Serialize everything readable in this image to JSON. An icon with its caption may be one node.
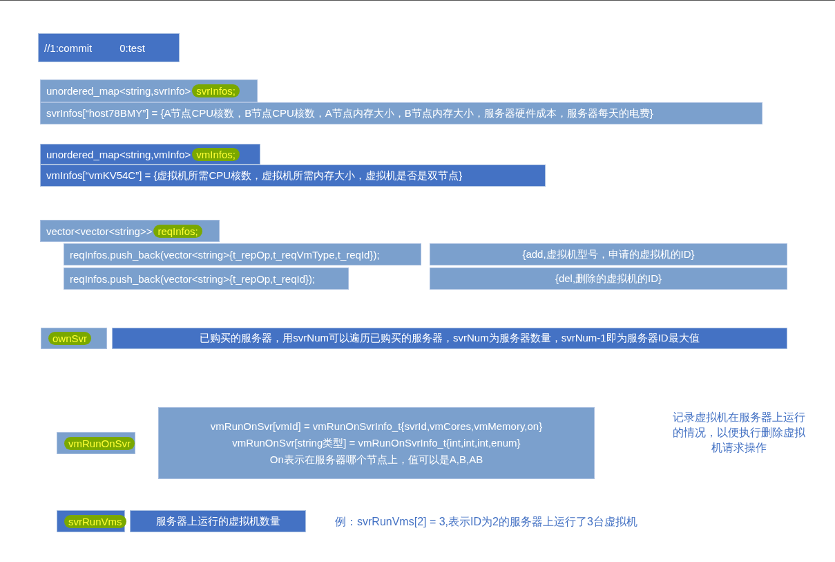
{
  "diagram": {
    "nodes": [
      {
        "text": [
          "//1:commit",
          "0:test"
        ]
      },
      {
        "text": [
          "unordered_map<string,svrInfo>"
        ]
      },
      {
        "text": [
          "svrInfos;"
        ],
        "in": 1
      },
      {
        "text": [
          "svrInfos[“host78BMY”] = {A节点CPU核数，B节点CPU核数，A节点内存大小，B节点内存大小，服务器硬件成本，服务器每天的电费}"
        ]
      },
      {
        "text": [
          "unordered_map<string,vmInfo>"
        ]
      },
      {
        "text": [
          "vmInfos;"
        ],
        "in": 4
      },
      {
        "text": [
          "vmInfos[“vmKV54C”] = {虚拟机所需CPU核数，虚拟机所需内存大小，虚拟机是否是双节点}"
        ]
      },
      {
        "text": [
          "vector<vector<string>>"
        ]
      },
      {
        "text": [
          "reqInfos;"
        ],
        "in": 7
      },
      {
        "text": [
          "reqInfos.push_back(vector<string>{t_repOp,t_reqVmType,t_reqId});"
        ]
      },
      {
        "text": [
          "{add,虚拟机型号，申请的虚拟机的ID}"
        ]
      },
      {
        "text": [
          "reqInfos.push_back(vector<string>{t_repOp,t_reqId});"
        ]
      },
      {
        "text": [
          "{del,删除的虚拟机的ID}"
        ]
      },
      {
        "text": [],
        "shape": "box"
      },
      {
        "text": [
          "ownSvr"
        ],
        "in": 13
      },
      {
        "text": [
          "已购买的服务器，用svrNum可以遍历已购买的服务器，svrNum为服务器数量，svrNum-1即为服务器ID最大值"
        ]
      },
      {
        "text": [],
        "shape": "box"
      },
      {
        "text": [
          "vmRunOnSvr"
        ],
        "in": 16
      },
      {
        "text": [
          "vmRunOnSvr[vmId] = vmRunOnSvrInfo_t{svrId,vmCores,vmMemory,on}",
          "vmRunOnSvr[string类型] = vmRunOnSvrInfo_t{int,int,int,enum}",
          "On表示在服务器哪个节点上，值可以是A,B,AB"
        ]
      },
      {
        "text": [],
        "shape": "box"
      },
      {
        "text": [
          "svrRunVms"
        ],
        "in": 19
      },
      {
        "text": [
          "服务器上运行的虚拟机数量"
        ]
      }
    ],
    "edges": [],
    "labels": [
      "记录虚拟机在服务器上运行的情况，以便执行删除虚拟机请求操作",
      "例：svrRunVms[2] = 3,表示ID为2的服务器上运行了3台虚拟机"
    ]
  }
}
